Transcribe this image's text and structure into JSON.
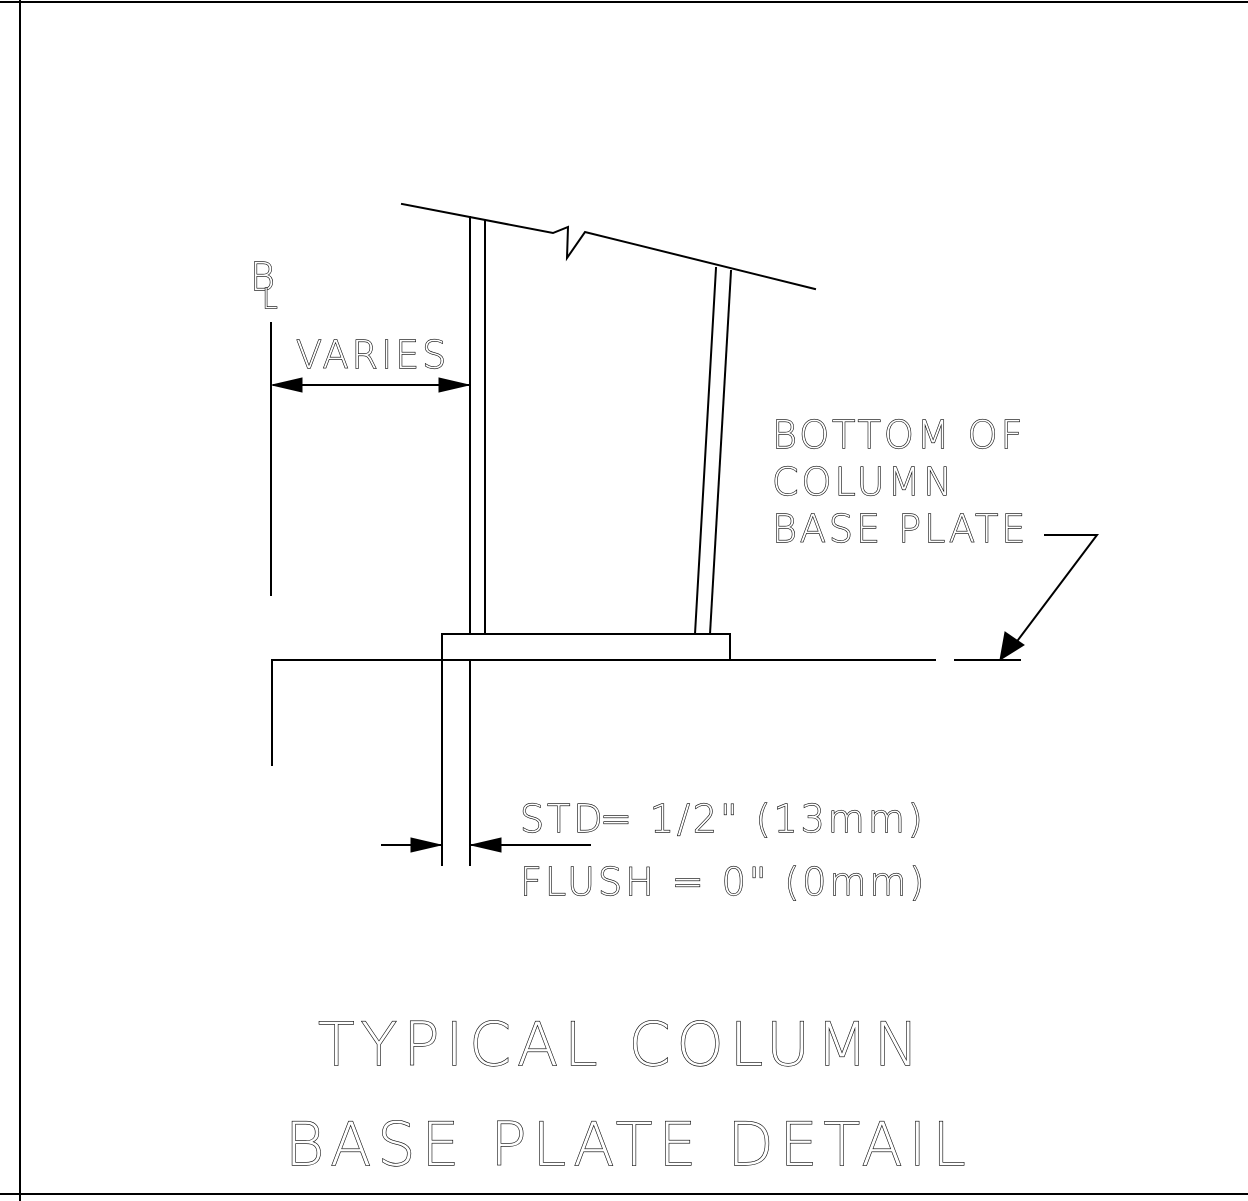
{
  "labels": {
    "bl_symbol_b": "B",
    "bl_symbol_l": "L",
    "varies": "VARIES",
    "bottom_of_line1": "BOTTOM OF",
    "bottom_of_line2": "COLUMN",
    "bottom_of_line3": "BASE PLATE",
    "std_label": "STD",
    "std_value": " = 1/2\" (13mm)",
    "flush": "FLUSH = 0\" (0mm)"
  },
  "title": {
    "line1": "TYPICAL COLUMN",
    "line2": "BASE PLATE DETAIL"
  }
}
